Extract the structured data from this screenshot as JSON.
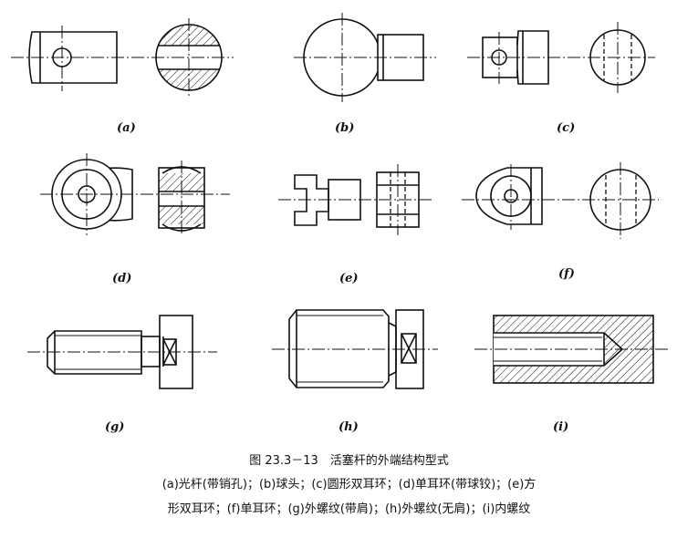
{
  "figure": {
    "sublabels": [
      "(a)",
      "(b)",
      "(c)",
      "(d)",
      "(e)",
      "(f)",
      "(g)",
      "(h)",
      "(i)"
    ],
    "caption_title": "图 23.3－13　活塞杆的外端结构型式",
    "caption_line1": "(a)光杆(带销孔)；(b)球头；(c)圆形双耳环；(d)单耳环(带球铰)；(e)方",
    "caption_line2": "形双耳环；(f)单耳环；(g)外螺纹(带肩)；(h)外螺纹(无肩)；(i)内螺纹"
  },
  "colors": {
    "line": "#111111",
    "background": "#ffffff"
  }
}
